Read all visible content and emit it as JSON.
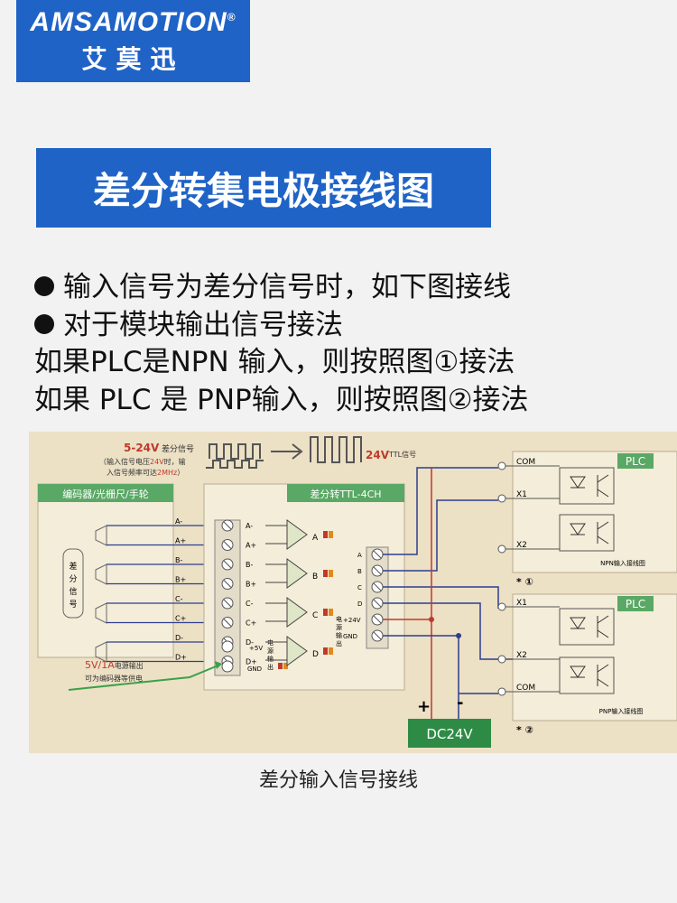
{
  "logo": {
    "brand": "AMSAMOTION",
    "registered": "®",
    "cn": "艾莫迅"
  },
  "title": "差分转集电极接线图",
  "lines": [
    "输入信号为差分信号时，如下图接线",
    "对于模块输出信号接法",
    "如果PLC是NPN 输入，则按照图①接法",
    "如果 PLC 是 PNP输入，则按照图②接法"
  ],
  "diagram": {
    "input_label": "5-24V",
    "input_note": "差分信号",
    "input_sub1a": "（输入信号电压",
    "input_sub1b": "24V",
    "input_sub1c": "时，输",
    "input_sub2a": "入信号频率可达",
    "input_sub2b": "2MHz",
    "input_sub2c": "）",
    "output_label": "24V",
    "output_note": "TTL信号",
    "encoder_title": "编码器/光栅尺/手轮",
    "diff_signal": [
      "差",
      "分",
      "信",
      "号"
    ],
    "module_title": "差分转TTL-4CH",
    "inputs": [
      "A-",
      "A+",
      "B-",
      "B+",
      "C-",
      "C+",
      "D-",
      "D+"
    ],
    "power_terms": [
      "+5V",
      "GND"
    ],
    "power_label": [
      "电",
      "源",
      "输",
      "出"
    ],
    "channels": [
      "A",
      "B",
      "C",
      "D"
    ],
    "channel_power": [
      "电",
      "源",
      "输",
      "出"
    ],
    "outputs": [
      "A",
      "B",
      "C",
      "D",
      "+24V",
      "GND"
    ],
    "power_note1": "5V/1A",
    "power_note1b": "电源输出",
    "power_note2": "可为编码器等供电",
    "plc_label": "PLC",
    "npn_terms": [
      "COM",
      "X1",
      "X2"
    ],
    "pnp_terms": [
      "X1",
      "X2",
      "COM"
    ],
    "npn_caption": "NPN输入接线图",
    "pnp_caption": "PNP输入接线图",
    "mark1": "* ①",
    "mark2": "* ②",
    "dc_label": "DC24V",
    "plus": "+",
    "minus": "-"
  },
  "caption": "差分输入信号接线",
  "colors": {
    "brand_blue": "#1f63c7",
    "diagram_bg": "#ece0c5",
    "box_bg": "#f4edd9",
    "green_header": "#5aa865",
    "dc_green": "#2e8b45",
    "red": "#c0392b",
    "blue_wire": "#2d3e8f"
  }
}
